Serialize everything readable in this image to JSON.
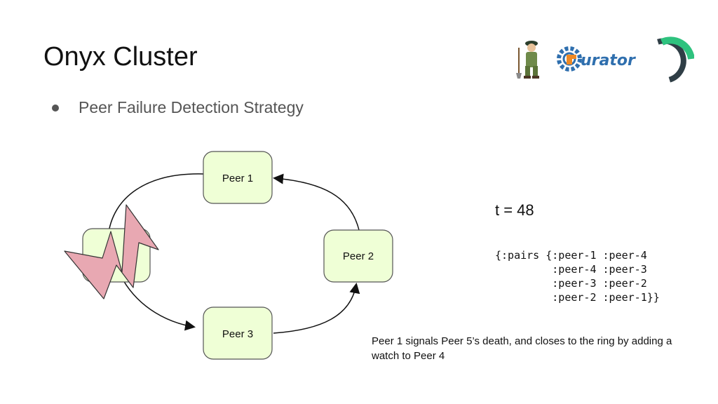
{
  "slide": {
    "title": "Onyx Cluster",
    "bullet": "Peer Failure Detection Strategy"
  },
  "logos": {
    "items": [
      {
        "name": "zookeeper-logo",
        "text": ""
      },
      {
        "name": "curator-logo",
        "text": "urator"
      },
      {
        "name": "onyx-logo",
        "text": ""
      }
    ]
  },
  "diagram": {
    "nodes": [
      {
        "id": "peer-1",
        "label": "Peer 1"
      },
      {
        "id": "peer-2",
        "label": "Peer 2"
      },
      {
        "id": "peer-3",
        "label": "Peer 3"
      },
      {
        "id": "peer-5",
        "label": "",
        "status": "failed"
      }
    ],
    "colors": {
      "node_fill": "#efffd6",
      "node_stroke": "#555555",
      "bolt_fill": "#e8a8b2",
      "bolt_stroke": "#333333"
    }
  },
  "state": {
    "time_label": "t = 48",
    "code_lines": [
      "{:pairs {:peer-1 :peer-4",
      "         :peer-4 :peer-3",
      "         :peer-3 :peer-2",
      "         :peer-2 :peer-1}}"
    ]
  },
  "caption": "Peer 1 signals Peer 5’s death, and closes to the ring by adding a watch to Peer 4"
}
